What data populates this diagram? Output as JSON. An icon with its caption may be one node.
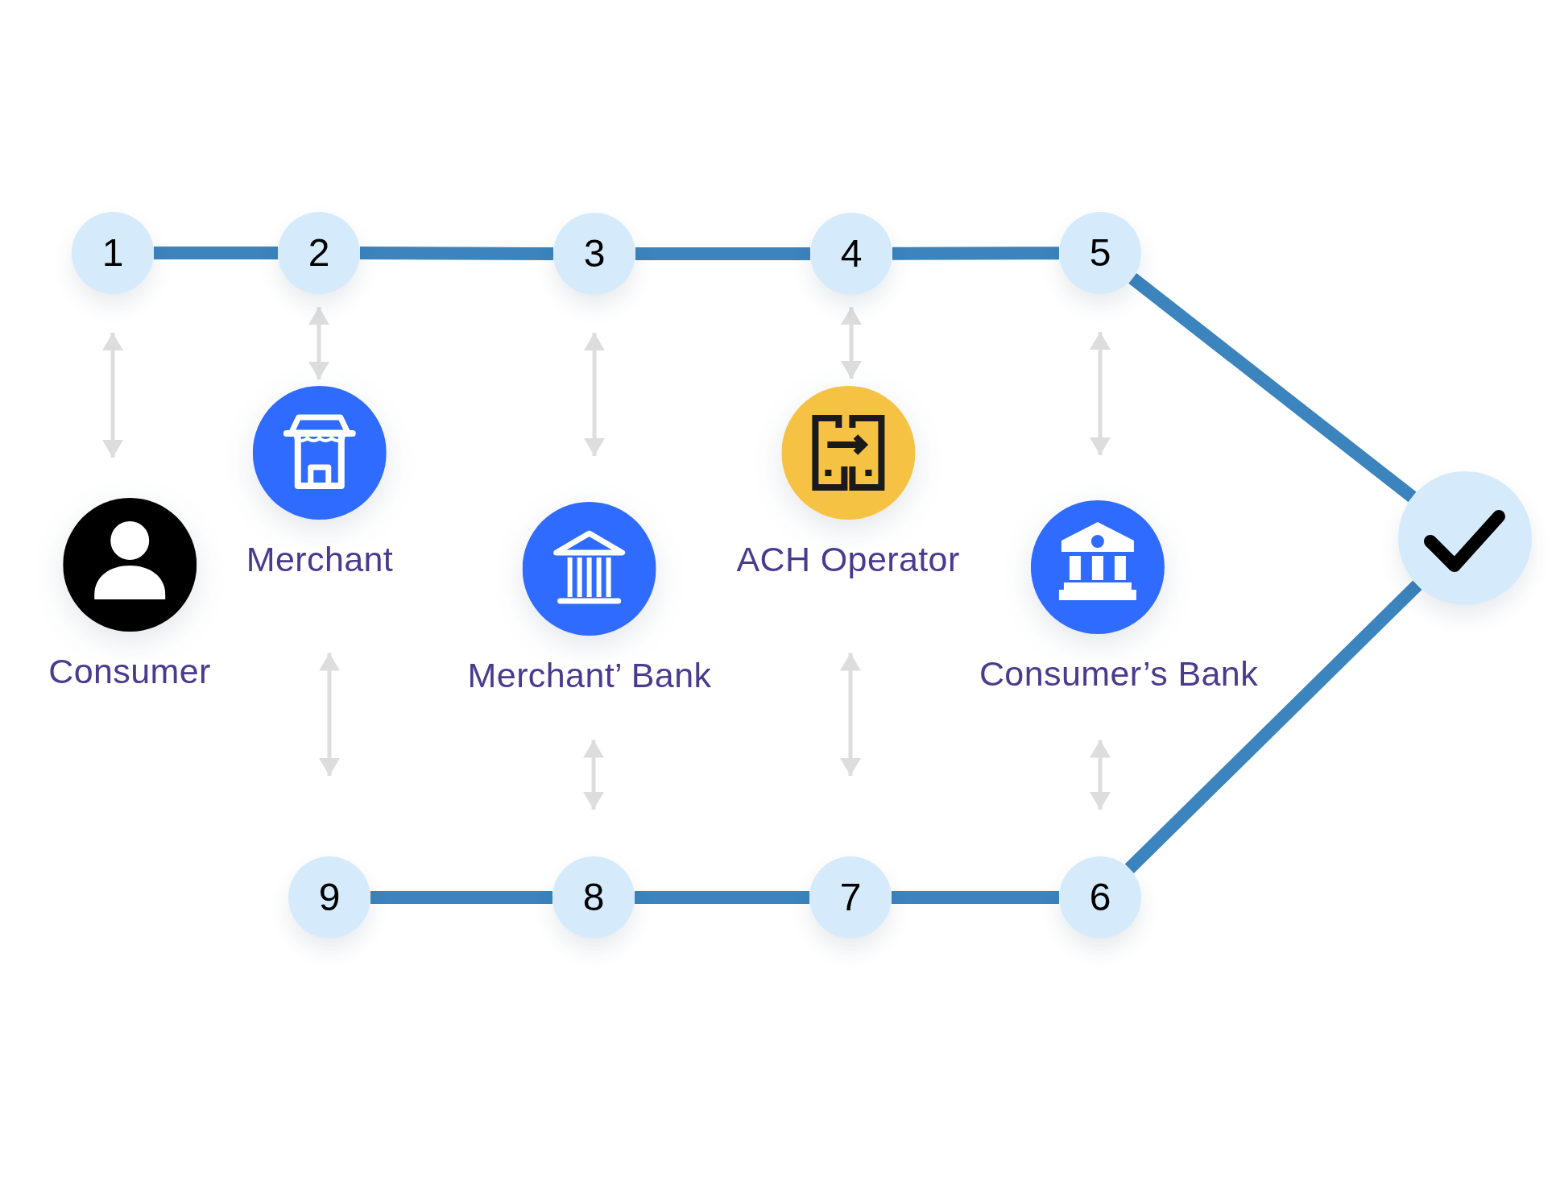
{
  "diagram": {
    "nodes": [
      {
        "text": [
          "1"
        ]
      },
      {
        "text": [
          "2"
        ]
      },
      {
        "text": [
          "3"
        ]
      },
      {
        "text": [
          "4"
        ]
      },
      {
        "text": [
          "5"
        ]
      },
      {
        "text": [],
        "shape": "circle"
      },
      {
        "text": [
          "6"
        ]
      },
      {
        "text": [
          "7"
        ]
      },
      {
        "text": [
          "8"
        ]
      },
      {
        "text": [
          "9"
        ]
      },
      {
        "text": [
          "Consumer"
        ]
      },
      {
        "text": [
          "Merchant"
        ]
      },
      {
        "text": [
          "Merchant’ Bank"
        ]
      },
      {
        "text": [
          "ACH Operator"
        ]
      },
      {
        "text": [
          "Consumer’s Bank"
        ]
      }
    ],
    "edges": [
      {
        "from": 0,
        "to": 1,
        "arrow": "none",
        "style": "thick",
        "color": "#3b84bd"
      },
      {
        "from": 1,
        "to": 2,
        "arrow": "none",
        "style": "thick",
        "color": "#3b84bd"
      },
      {
        "from": 2,
        "to": 3,
        "arrow": "none",
        "style": "thick",
        "color": "#3b84bd"
      },
      {
        "from": 3,
        "to": 4,
        "arrow": "none",
        "style": "thick",
        "color": "#3b84bd"
      },
      {
        "from": 4,
        "to": 5,
        "arrow": "none",
        "style": "thick",
        "color": "#3b84bd"
      },
      {
        "from": 5,
        "to": 6,
        "arrow": "none",
        "style": "thick",
        "color": "#3b84bd"
      },
      {
        "from": 6,
        "to": 7,
        "arrow": "none",
        "style": "thick",
        "color": "#3b84bd"
      },
      {
        "from": 7,
        "to": 8,
        "arrow": "none",
        "style": "thick",
        "color": "#3b84bd"
      },
      {
        "from": 8,
        "to": 9,
        "arrow": "none",
        "style": "thick",
        "color": "#3b84bd"
      },
      {
        "from": 0,
        "to": 10,
        "arrow": "both",
        "color": "#dddddd"
      },
      {
        "from": 1,
        "to": 11,
        "arrow": "both",
        "color": "#dddddd"
      },
      {
        "from": 2,
        "to": 12,
        "arrow": "both",
        "color": "#dddddd"
      },
      {
        "from": 3,
        "to": 13,
        "arrow": "both",
        "color": "#dddddd"
      },
      {
        "from": 4,
        "to": 14,
        "arrow": "both",
        "color": "#dddddd"
      },
      {
        "from": 11,
        "to": 9,
        "arrow": "both",
        "color": "#dddddd"
      },
      {
        "from": 12,
        "to": 8,
        "arrow": "both",
        "color": "#dddddd"
      },
      {
        "from": 13,
        "to": 7,
        "arrow": "both",
        "color": "#dddddd"
      },
      {
        "from": 14,
        "to": 6,
        "arrow": "both",
        "color": "#dddddd"
      }
    ]
  }
}
